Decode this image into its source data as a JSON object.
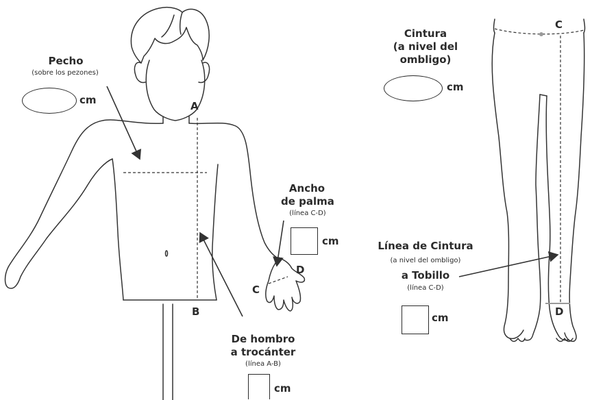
{
  "left": {
    "pecho": {
      "title": "Pecho",
      "sub": "(sobre los pezones)",
      "unit": "cm"
    },
    "point_a": "A",
    "point_b": "B",
    "hombro": {
      "title1": "De hombro",
      "title2": "a trocánter",
      "sub": "(línea A-B)",
      "unit": "cm"
    },
    "palma": {
      "title1": "Ancho",
      "title2": "de palma",
      "sub": "(línea C-D)",
      "unit": "cm"
    },
    "point_c": "C",
    "point_d": "D"
  },
  "right": {
    "cintura": {
      "title1": "Cintura",
      "title2": "(a nivel del",
      "title3": "ombligo)",
      "unit": "cm"
    },
    "point_c": "C",
    "point_d": "D",
    "linea": {
      "title1": "Línea de Cintura",
      "sub1": "(a nivel del ombligo)",
      "title2": "a Tobillo",
      "sub2": "(línea C-D)",
      "unit": "cm"
    }
  },
  "colors": {
    "line": "#333333",
    "marker": "#999999"
  }
}
